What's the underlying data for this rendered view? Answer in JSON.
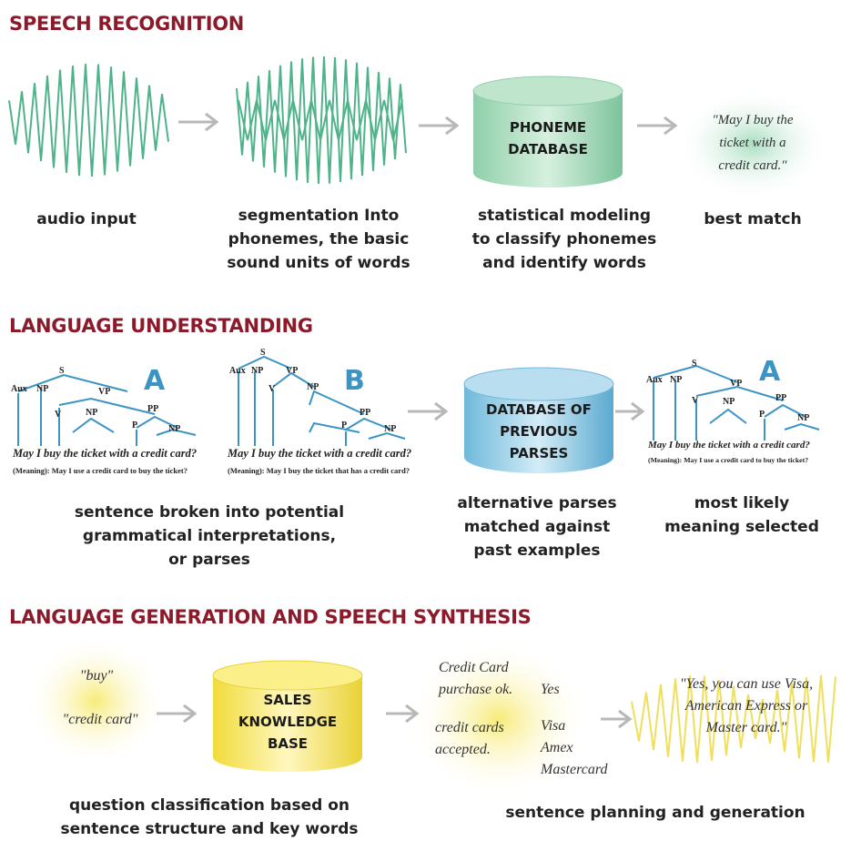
{
  "sections": {
    "speech_recognition": "SPEECH RECOGNITION",
    "language_understanding": "LANGUAGE UNDERSTANDING",
    "language_generation": "LANGUAGE GENERATION AND SPEECH SYNTHESIS"
  },
  "speech": {
    "audio_caption": "audio input",
    "segmentation_caption": "segmentation Into\nphonemes, the basic\nsound units of words",
    "db_label": "PHONEME\nDATABASE",
    "db_caption": "statistical modeling\nto classify phonemes\nand identify words",
    "best_match_quote": "\"May I buy the\nticket with a\ncredit card.\"",
    "best_match_caption": "best match"
  },
  "understanding": {
    "tree_a_letter": "A",
    "tree_b_letter": "B",
    "tree_c_letter": "A",
    "tree_labels": {
      "s": "S",
      "aux": "Aux",
      "np": "NP",
      "vp": "VP",
      "v": "V",
      "pp": "PP",
      "p": "P"
    },
    "sentence_a": "May  I  buy  the ticket  with  a credit card?",
    "meaning_a": "(Meaning): May I use a credit card to buy the ticket?",
    "sentence_b": "May  I  buy  the ticket  with  a credit card?",
    "meaning_b": "(Meaning): May I buy the ticket that has a credit card?",
    "db_label": "DATABASE OF\nPREVIOUS\nPARSES",
    "parse_caption": "sentence broken into potential\ngrammatical interpretations,\nor parses",
    "db_caption": "alternative parses\nmatched against\npast examples",
    "result_caption": "most likely\nmeaning selected"
  },
  "generation": {
    "keyword_buy": "\"buy\"",
    "keyword_credit": "\"credit card\"",
    "db_label": "SALES\nKNOWLEDGE\nBASE",
    "plan_purchase": "Credit Card\npurchase ok.",
    "plan_yes": "Yes",
    "plan_cards": "credit cards\naccepted.",
    "plan_card_list": "Visa\nAmex\nMastercard",
    "response_quote": "\"Yes, you can use Visa,\nAmerican Express or\nMaster card.\"",
    "classification_caption": "question classification based on\nsentence structure and key words",
    "planning_caption": "sentence planning and generation"
  },
  "colors": {
    "section_title": "#8b1a2b",
    "speech_green": "#4fb38a",
    "understanding_blue": "#3b94c4",
    "generation_yellow": "#ecd94a",
    "arrow_gray": "#b8b8b8"
  }
}
